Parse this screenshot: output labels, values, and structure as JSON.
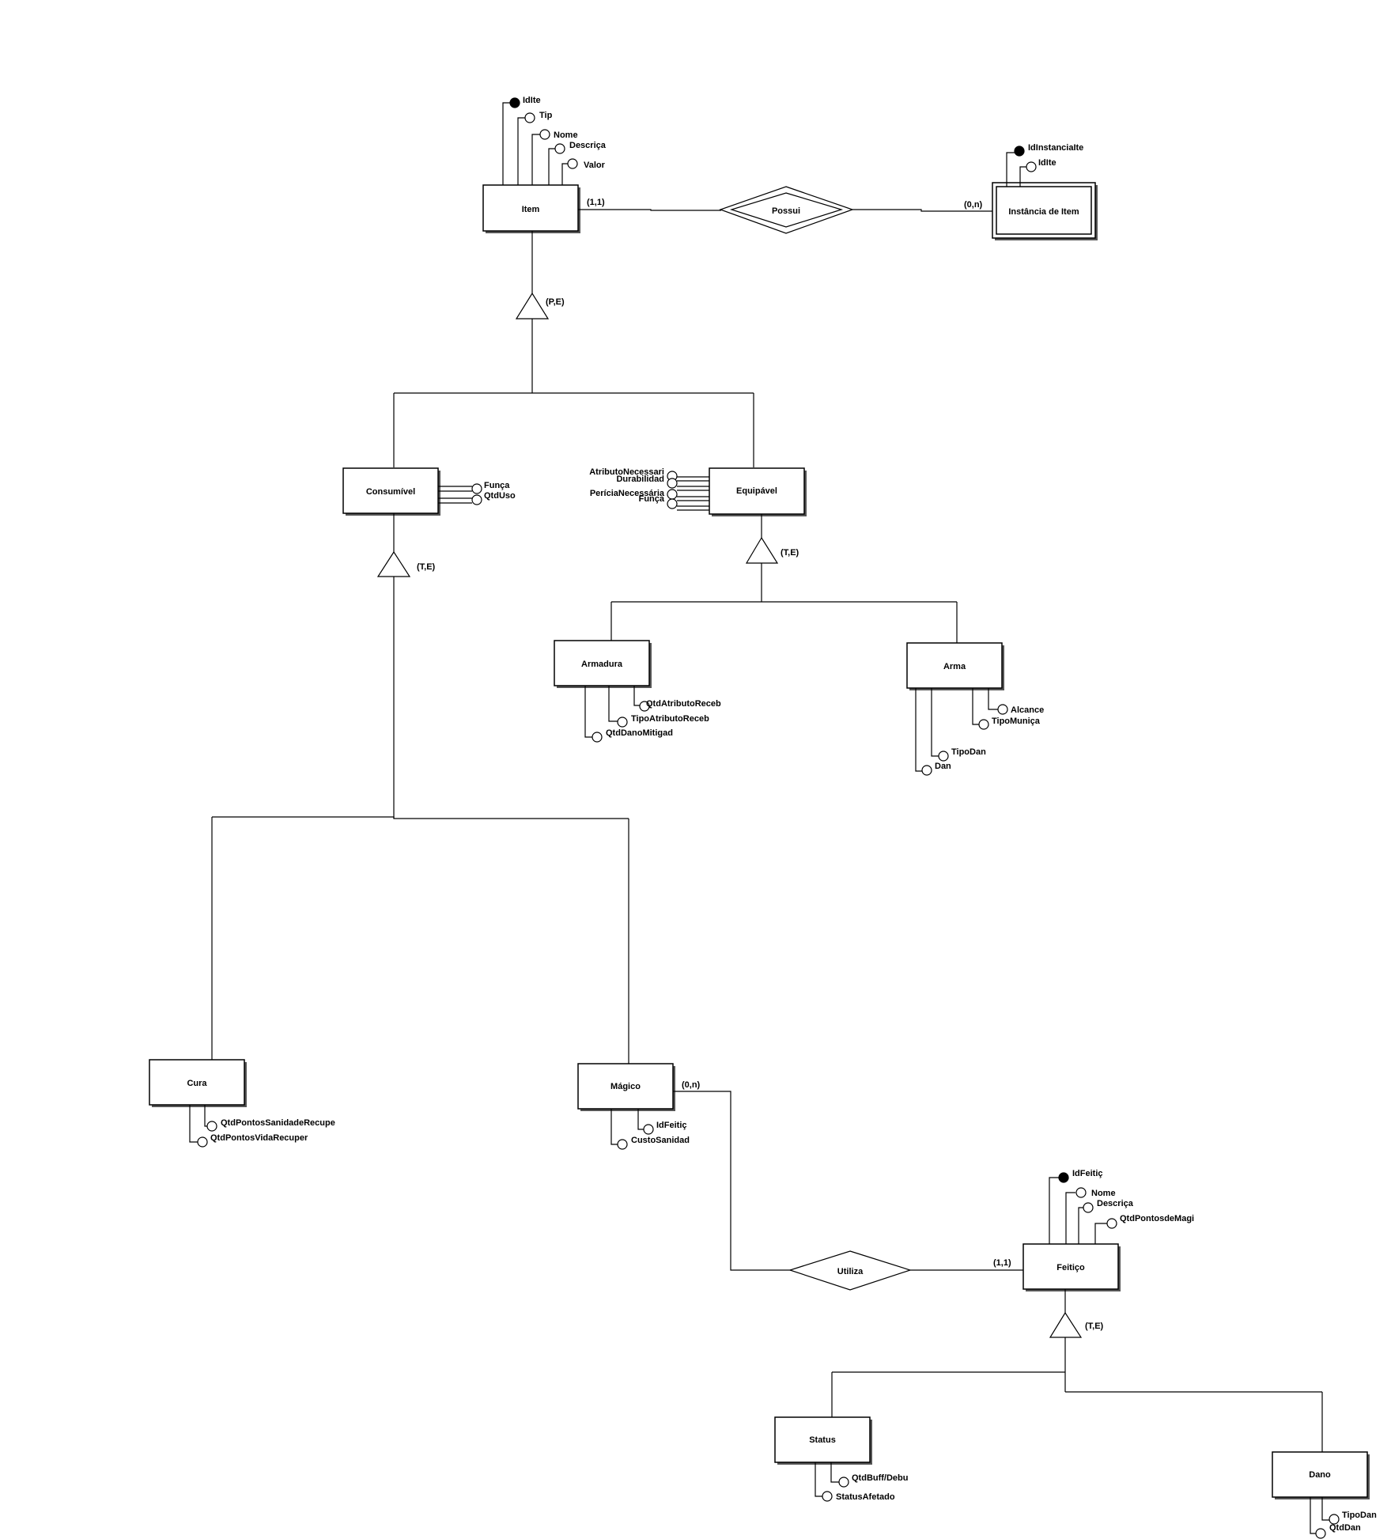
{
  "entities": {
    "item": "Item",
    "instancia": "Instância de Item",
    "consumivel": "Consumível",
    "equipavel": "Equipável",
    "armadura": "Armadura",
    "arma": "Arma",
    "cura": "Cura",
    "magico": "Mágico",
    "feitico": "Feitiço",
    "status": "Status",
    "dano": "Dano"
  },
  "relationships": {
    "possui": "Possui",
    "utiliza": "Utiliza"
  },
  "cardinalities": {
    "item_possui": "(1,1)",
    "instancia_possui": "(0,n)",
    "magico_utiliza": "(0,n)",
    "feitico_utiliza": "(1,1)"
  },
  "specializations": {
    "item": "(P,E)",
    "consumivel": "(T,E)",
    "equipavel": "(T,E)",
    "magico_feitico": "(T,E)"
  },
  "attributes": {
    "item": {
      "id": "IdIte",
      "tipo": "Tip",
      "nome": "Nome",
      "descricao": "Descriça",
      "valor": "Valor"
    },
    "instancia": {
      "id": "IdInstanciaIte",
      "id_item": "IdIte"
    },
    "consumivel": {
      "funcao": "Funça",
      "qtd_uso": "QtdUso"
    },
    "equipavel": {
      "atributo": "AtributoNecessari",
      "durabilidade": "Durabilidad",
      "pericia": "PeríciaNecessária",
      "funcao": "Funça"
    },
    "armadura": {
      "qtd_atributo": "QtdAtributoReceb",
      "tipo_atributo": "TipoAtributoReceb",
      "qtd_dano": "QtdDanoMitigad"
    },
    "arma": {
      "alcance": "Alcance",
      "tipo_municao": "TipoMuniça",
      "tipo_dano": "TipoDan",
      "dano": "Dan"
    },
    "cura": {
      "sanidade": "QtdPontosSanidadeRecupe",
      "vida": "QtdPontosVidaRecuper"
    },
    "magico": {
      "id_feitico": "IdFeitiç",
      "custo": "CustoSanidad"
    },
    "feitico": {
      "id": "IdFeitiç",
      "nome": "Nome",
      "descricao": "Descriça",
      "pontos": "QtdPontosdeMagi"
    },
    "status": {
      "qtd_buff": "QtdBuff/Debu",
      "afetado": "StatusAfetado"
    },
    "dano": {
      "tipo": "TipoDan",
      "qtd": "QtdDan"
    }
  }
}
